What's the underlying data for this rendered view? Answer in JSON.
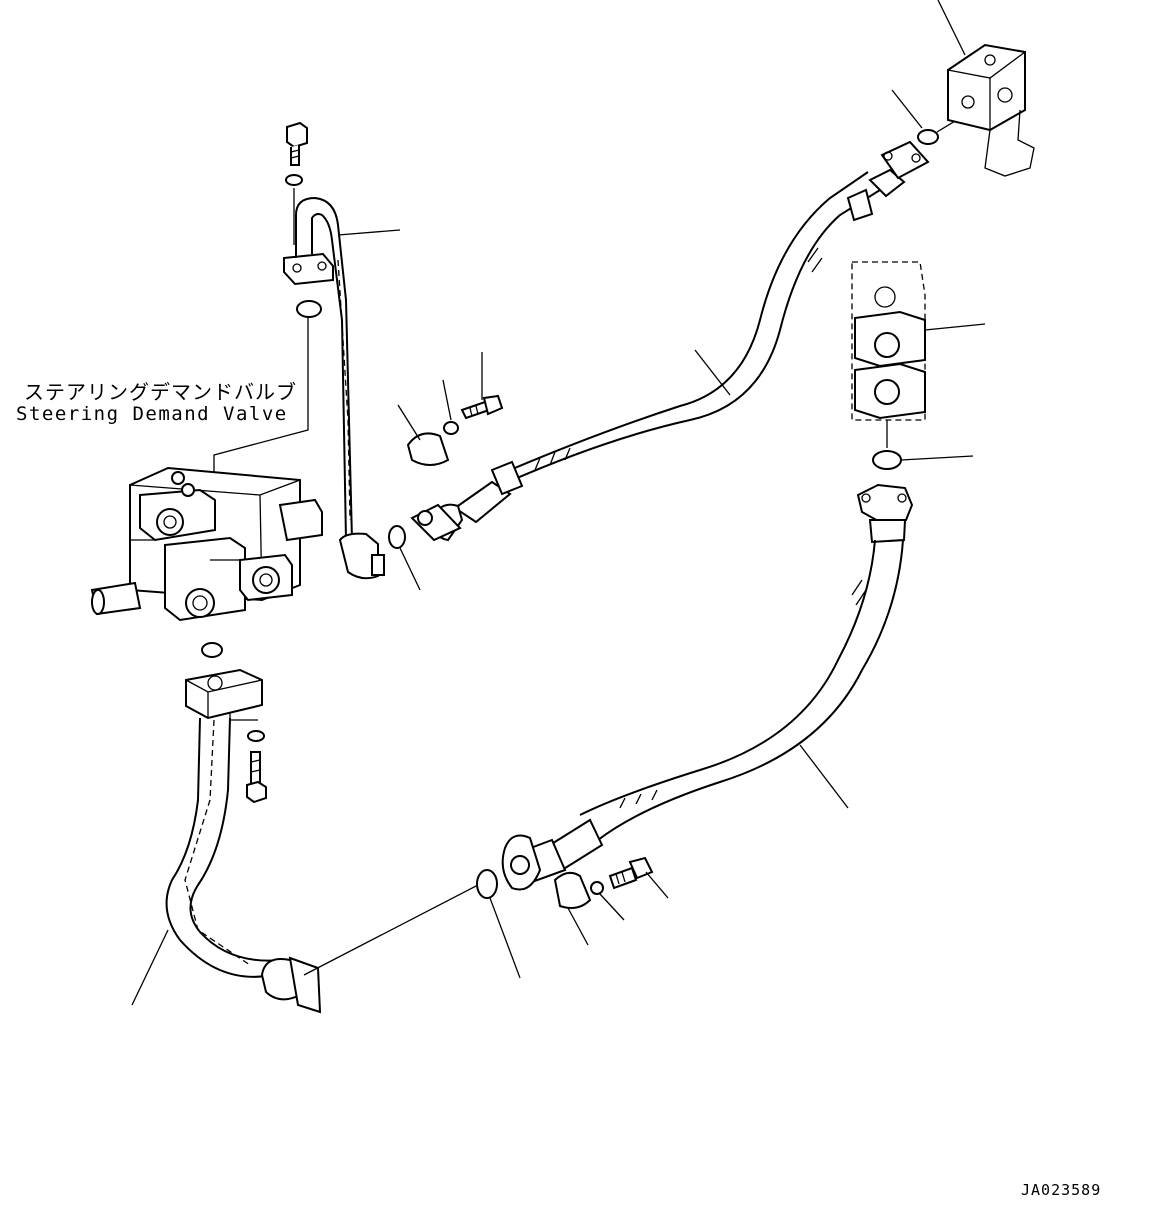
{
  "labels": {
    "valve_name_jp": "ステアリングデマンドバルブ",
    "valve_name_en": "Steering Demand Valve",
    "drawing_number": "JA023589"
  },
  "colors": {
    "line": "#000000",
    "background": "#ffffff"
  }
}
